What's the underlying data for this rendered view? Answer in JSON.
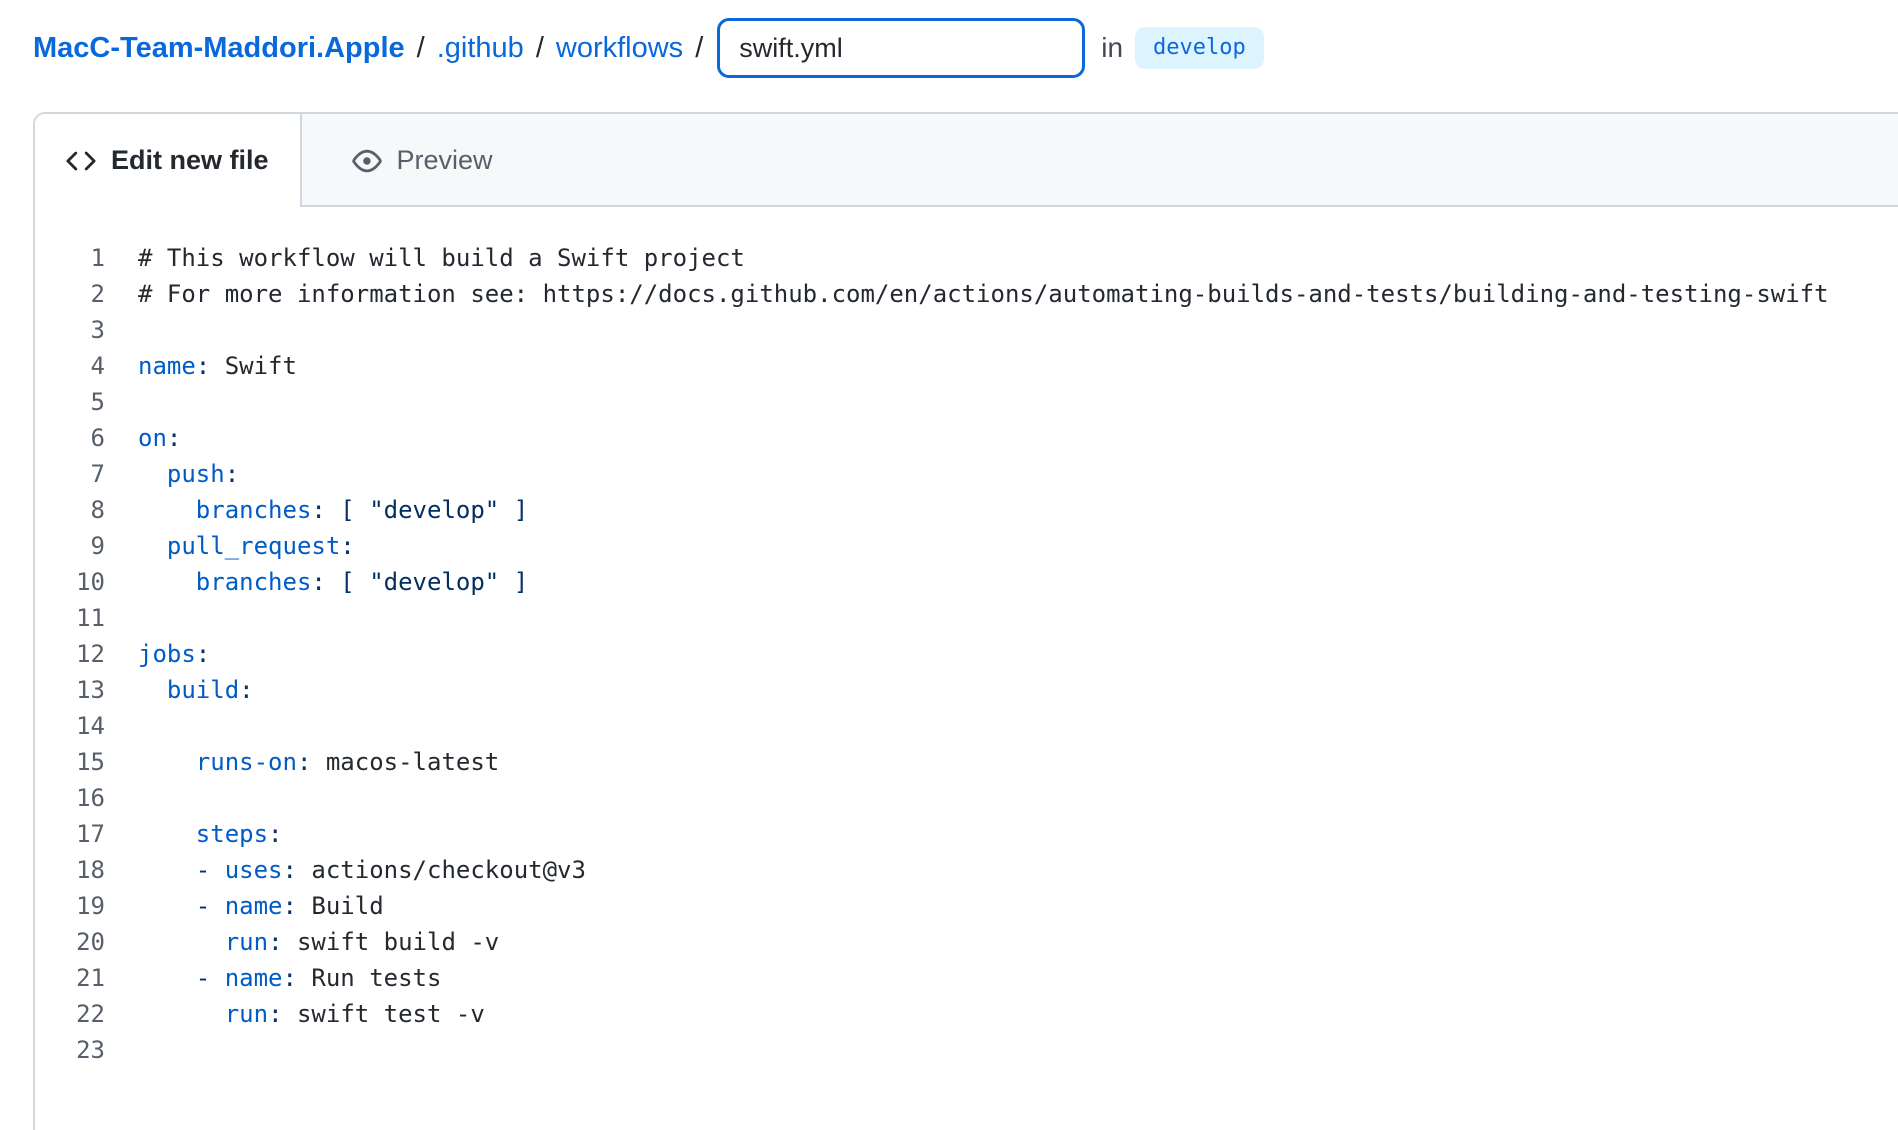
{
  "breadcrumb": {
    "repo": "MacC-Team-Maddori.Apple",
    "separator": "/",
    "path": [
      ".github",
      "workflows"
    ],
    "filename": {
      "value": "swift.yml"
    },
    "in_label": "in",
    "branch": "develop"
  },
  "tabs": [
    {
      "label": "Edit new file",
      "icon": "code-icon",
      "active": true
    },
    {
      "label": "Preview",
      "icon": "eye-icon",
      "active": false
    }
  ],
  "editor": {
    "lines": [
      {
        "num": "1",
        "tokens": [
          [
            "com",
            "# This workflow will build a Swift project"
          ]
        ]
      },
      {
        "num": "2",
        "tokens": [
          [
            "com",
            "# For more information see: https://docs.github.com/en/actions/automating-builds-and-tests/building-and-testing-swift"
          ]
        ]
      },
      {
        "num": "3",
        "tokens": []
      },
      {
        "num": "4",
        "tokens": [
          [
            "key",
            "name"
          ],
          [
            "pun",
            ":"
          ],
          [
            "txt",
            " Swift"
          ]
        ]
      },
      {
        "num": "5",
        "tokens": []
      },
      {
        "num": "6",
        "tokens": [
          [
            "key",
            "on"
          ],
          [
            "pun",
            ":"
          ]
        ]
      },
      {
        "num": "7",
        "tokens": [
          [
            "txt",
            "  "
          ],
          [
            "key",
            "push"
          ],
          [
            "pun",
            ":"
          ]
        ]
      },
      {
        "num": "8",
        "tokens": [
          [
            "txt",
            "    "
          ],
          [
            "key",
            "branches"
          ],
          [
            "pun",
            ":"
          ],
          [
            "txt",
            " "
          ],
          [
            "pun",
            "["
          ],
          [
            "txt",
            " "
          ],
          [
            "str",
            "\"develop\""
          ],
          [
            "txt",
            " "
          ],
          [
            "pun",
            "]"
          ]
        ]
      },
      {
        "num": "9",
        "tokens": [
          [
            "txt",
            "  "
          ],
          [
            "key",
            "pull_request"
          ],
          [
            "pun",
            ":"
          ]
        ]
      },
      {
        "num": "10",
        "tokens": [
          [
            "txt",
            "    "
          ],
          [
            "key",
            "branches"
          ],
          [
            "pun",
            ":"
          ],
          [
            "txt",
            " "
          ],
          [
            "pun",
            "["
          ],
          [
            "txt",
            " "
          ],
          [
            "str",
            "\"develop\""
          ],
          [
            "txt",
            " "
          ],
          [
            "pun",
            "]"
          ]
        ]
      },
      {
        "num": "11",
        "tokens": []
      },
      {
        "num": "12",
        "tokens": [
          [
            "key",
            "jobs"
          ],
          [
            "pun",
            ":"
          ]
        ]
      },
      {
        "num": "13",
        "tokens": [
          [
            "txt",
            "  "
          ],
          [
            "key",
            "build"
          ],
          [
            "pun",
            ":"
          ]
        ]
      },
      {
        "num": "14",
        "tokens": []
      },
      {
        "num": "15",
        "tokens": [
          [
            "txt",
            "    "
          ],
          [
            "key",
            "runs-on"
          ],
          [
            "pun",
            ":"
          ],
          [
            "txt",
            " macos-latest"
          ]
        ]
      },
      {
        "num": "16",
        "tokens": []
      },
      {
        "num": "17",
        "tokens": [
          [
            "txt",
            "    "
          ],
          [
            "key",
            "steps"
          ],
          [
            "pun",
            ":"
          ]
        ]
      },
      {
        "num": "18",
        "tokens": [
          [
            "txt",
            "    "
          ],
          [
            "pun",
            "-"
          ],
          [
            "txt",
            " "
          ],
          [
            "key",
            "uses"
          ],
          [
            "pun",
            ":"
          ],
          [
            "txt",
            " actions/checkout@v3"
          ]
        ]
      },
      {
        "num": "19",
        "tokens": [
          [
            "txt",
            "    "
          ],
          [
            "pun",
            "-"
          ],
          [
            "txt",
            " "
          ],
          [
            "key",
            "name"
          ],
          [
            "pun",
            ":"
          ],
          [
            "txt",
            " Build"
          ]
        ]
      },
      {
        "num": "20",
        "tokens": [
          [
            "txt",
            "      "
          ],
          [
            "key",
            "run"
          ],
          [
            "pun",
            ":"
          ],
          [
            "txt",
            " swift build -v"
          ]
        ]
      },
      {
        "num": "21",
        "tokens": [
          [
            "txt",
            "    "
          ],
          [
            "pun",
            "-"
          ],
          [
            "txt",
            " "
          ],
          [
            "key",
            "name"
          ],
          [
            "pun",
            ":"
          ],
          [
            "txt",
            " Run tests"
          ]
        ]
      },
      {
        "num": "22",
        "tokens": [
          [
            "txt",
            "      "
          ],
          [
            "key",
            "run"
          ],
          [
            "pun",
            ":"
          ],
          [
            "txt",
            " swift test -v"
          ]
        ]
      },
      {
        "num": "23",
        "tokens": []
      }
    ]
  },
  "colors": {
    "accent_link": "#0969da",
    "branch_badge_bg": "#ddf4ff",
    "branch_badge_text": "#0969da",
    "tabbar_bg": "#f6f8fa",
    "border": "#d0d7de",
    "text": "#24292f",
    "muted_text": "#57606a",
    "syntax_key": "#005cc5",
    "syntax_string": "#032f62",
    "syntax_punctuation": "#0a3069",
    "line_number": "#57606a"
  }
}
